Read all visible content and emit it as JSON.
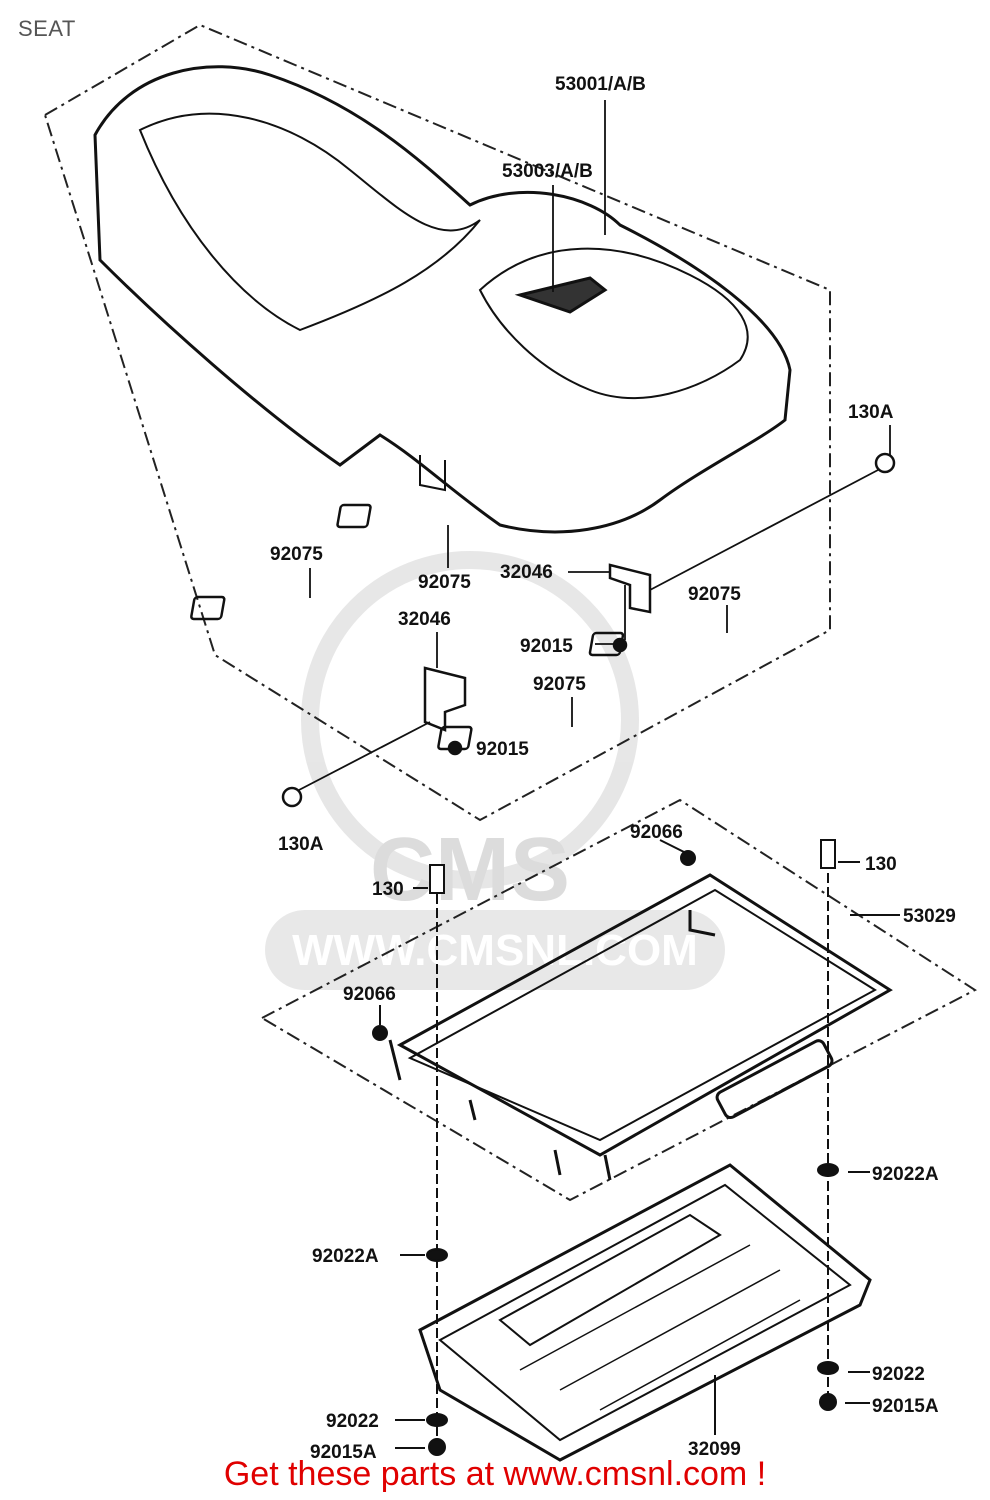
{
  "page_title": "SEAT",
  "watermark": {
    "logo_text": "CMS",
    "url_text": "WWW.CMSNL.COM"
  },
  "labels": {
    "p53001": "53001/A/B",
    "p53003": "53003/A/B",
    "p130A_top": "130A",
    "p130A_bottom": "130A",
    "p92075_a": "92075",
    "p92075_b": "92075",
    "p92075_c": "92075",
    "p92075_d": "92075",
    "p32046_a": "32046",
    "p32046_b": "32046",
    "p92015_a": "92015",
    "p92015_b": "92015",
    "p92066_a": "92066",
    "p92066_b": "92066",
    "p130_a": "130",
    "p130_b": "130",
    "p53029": "53029",
    "p92022A_a": "92022A",
    "p92022A_b": "92022A",
    "p92022_a": "92022",
    "p92022_b": "92022",
    "p92015A_a": "92015A",
    "p92015A_b": "92015A",
    "p32099": "32099"
  },
  "footer_text": "Get these parts at www.cmsnl.com !"
}
